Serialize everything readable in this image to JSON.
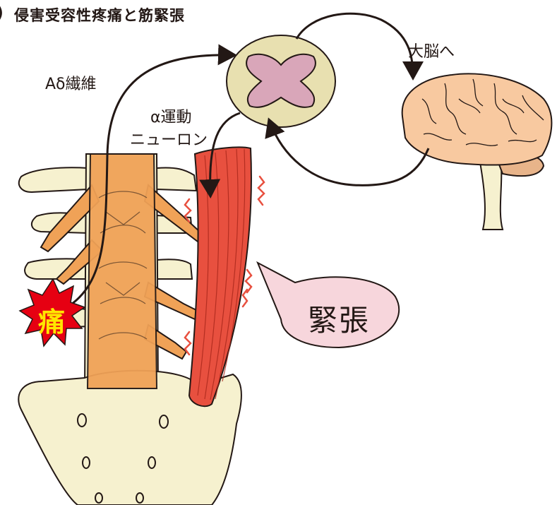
{
  "title": "侵害受容性疼痛と筋緊張",
  "labels": {
    "to_brain": "大脳へ",
    "a_delta_fiber": "Aδ繊維",
    "alpha_motor_line1": "α運動",
    "alpha_motor_line2": "ニューロン",
    "tension": "緊張",
    "pain": "痛"
  },
  "colors": {
    "outline": "#231815",
    "bone": "#f6f1cf",
    "nerve_orange": "#f0a257",
    "muscle_red": "#e8503f",
    "spinal_cord_outer": "#e8e0b0",
    "spinal_cord_inner": "#d9a6b9",
    "brain": "#f8c9a0",
    "speech_bubble": "#f7d6dc",
    "pain_burst": "#e60012",
    "pain_text": "#ffe600"
  }
}
